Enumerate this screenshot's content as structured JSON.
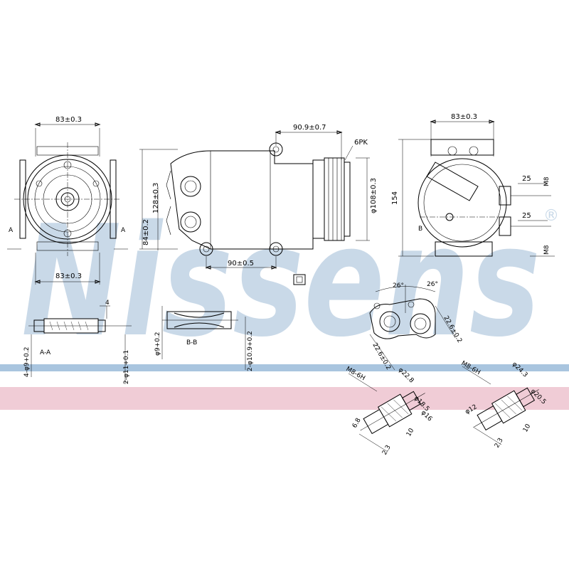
{
  "brand": {
    "watermark_text": "Nissens",
    "registered_mark": "®",
    "watermark_color": "#c9d9e8",
    "band_blue": "#a9c5df",
    "band_pink": "#f0ccd6"
  },
  "front_view": {
    "dim_top": "83±0.3",
    "dim_bottom": "83±0.3",
    "section_a_left": "A",
    "section_a_right": "A"
  },
  "side_view": {
    "dim_ports_span": "90.9±0.7",
    "belt": "6PK",
    "dim_height": "128±0.3",
    "dim_port_height": "84±0.2",
    "dim_pulley_dia": "φ108±0.3",
    "dim_base": "90±0.5"
  },
  "rear_view": {
    "dim_top": "83±0.3",
    "dim_height": "154",
    "dim_upper_offset": "25",
    "dim_lower_offset": "25",
    "thread_upper": "M8",
    "thread_lower": "M8",
    "section_b": "B"
  },
  "section_aa": {
    "dim_step": "4",
    "dim_bore_small": "4-φ9+0.2",
    "dim_bore_large": "2-φ11+0.1",
    "label": "A-A"
  },
  "section_bb": {
    "dim_bore_small": "φ9+0.2",
    "dim_bore_large": "2-φ10.9+0.2",
    "label": "B-B"
  },
  "port_flange": {
    "angle_left": "26°",
    "angle_right": "26°",
    "dim_right": "22.6±0.2",
    "dim_left": "22.6±0.2"
  },
  "fitting_left": {
    "thread": "M8-6H",
    "d1": "φ22.8",
    "d2": "φ18.5",
    "d3": "φ16",
    "dim_a": "6.8",
    "dim_b": "2.3",
    "dim_c": "10"
  },
  "fitting_right": {
    "thread": "M8-6H",
    "d1": "φ24.3",
    "d2": "φ20.5",
    "d3": "φ12",
    "dim_b": "2.3",
    "dim_c": "10"
  }
}
